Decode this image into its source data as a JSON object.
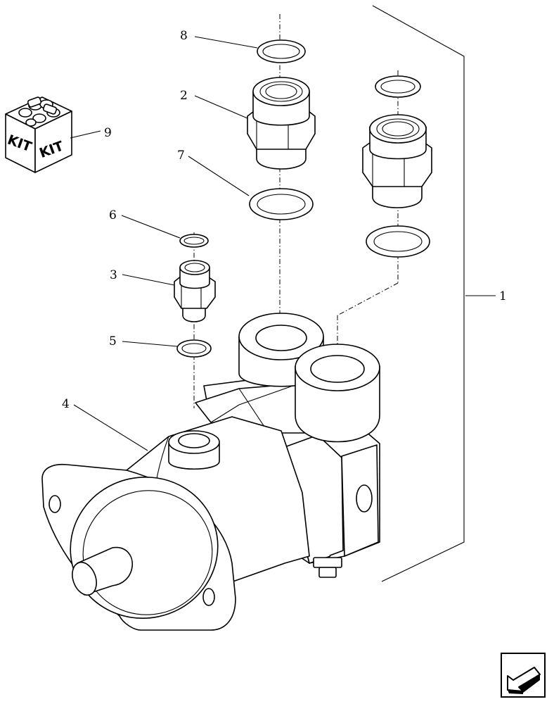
{
  "callouts": [
    "1",
    "2",
    "3",
    "4",
    "5",
    "6",
    "7",
    "8",
    "9"
  ],
  "kit": {
    "left_label": "KIT",
    "right_label": "KIT"
  }
}
